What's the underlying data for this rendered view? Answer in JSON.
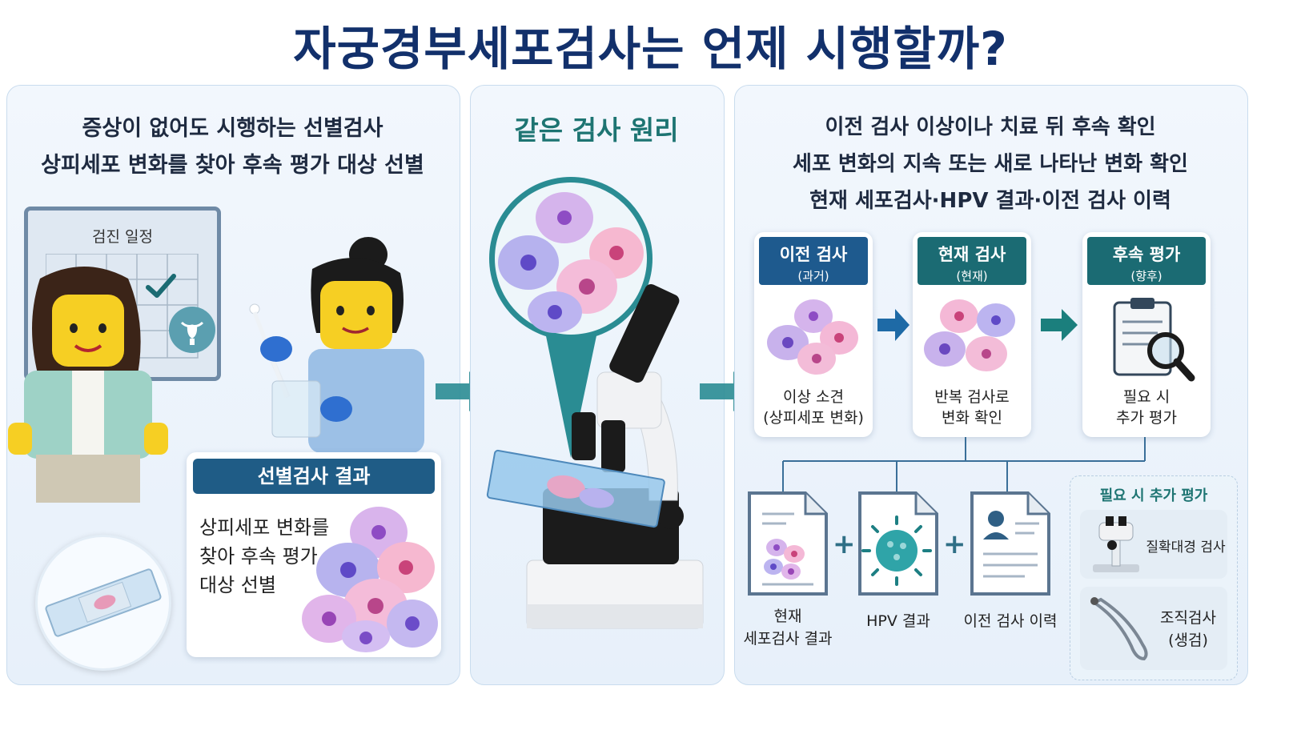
{
  "title": "자궁경부세포검사는 언제 시행할까?",
  "left": {
    "heading_line1": "증상이 없어도 시행하는 선별검사",
    "heading_line2": "상피세포 변화를 찾아 후속 평가 대상 선별",
    "calendar_title": "검진 일정",
    "result_card": {
      "title": "선별검사 결과",
      "line1": "상피세포 변화를",
      "line2": "찾아 후속 평가",
      "line3": "대상 선별"
    }
  },
  "middle": {
    "heading": "같은 검사 원리"
  },
  "right": {
    "heading_line1": "이전 검사 이상이나 치료 뒤 후속 확인",
    "heading_line2": "세포 변화의 지속 또는 새로 나타난 변화 확인",
    "heading_line3": "현재 세포검사·HPV 결과·이전 검사 이력",
    "steps": [
      {
        "title": "이전 검사",
        "sub": "(과거)",
        "line1": "이상 소견",
        "line2": "(상피세포 변화)"
      },
      {
        "title": "현재 검사",
        "sub": "(현재)",
        "line1": "반복 검사로",
        "line2": "변화 확인"
      },
      {
        "title": "후속 평가",
        "sub": "(향후)",
        "line1": "필요 시",
        "line2": "추가 평가"
      }
    ],
    "docs": [
      {
        "line1": "현재",
        "line2": "세포검사 결과"
      },
      {
        "line1": "HPV 결과"
      },
      {
        "line1": "이전 검사 이력"
      }
    ],
    "plus": "+",
    "extra": {
      "title": "필요 시 추가 평가",
      "item1": "질확대경 검사",
      "item2_line1": "조직검사",
      "item2_line2": "(생검)"
    }
  },
  "colors": {
    "title": "#12306b",
    "navy_band": "#1e5a8e",
    "teal_band": "#1b6b73",
    "teal_heading": "#1d7472",
    "arrow_teal": "#2a8c93",
    "arrow_blue": "#1e6aa6"
  }
}
